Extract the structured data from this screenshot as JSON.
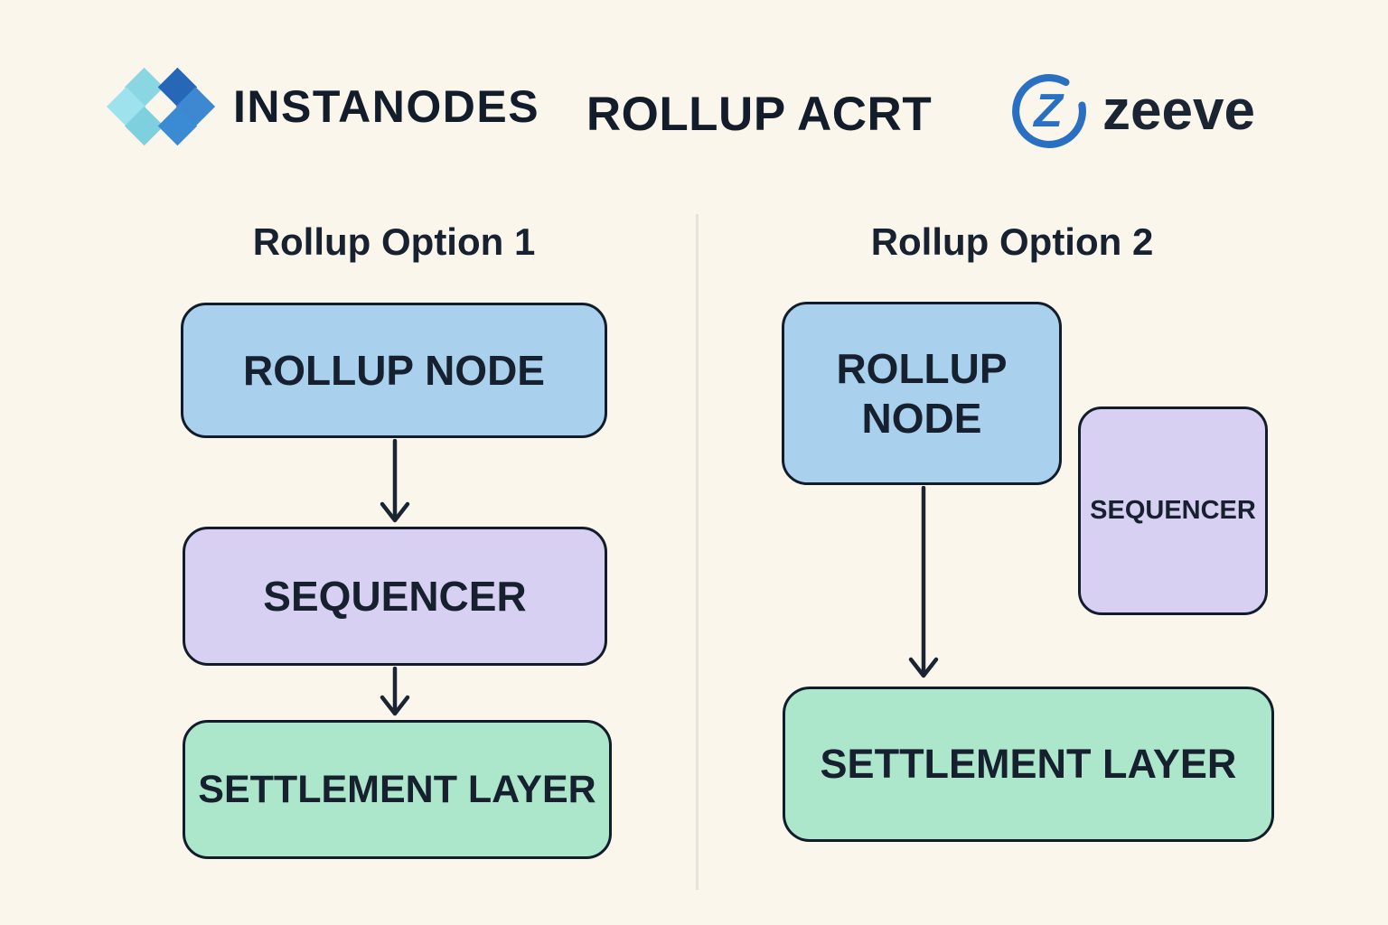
{
  "header": {
    "instanodes_logo_text": "INSTANODES",
    "title": "ROLLUP ACRT",
    "zeeve_logo_text": "zeeve"
  },
  "option1": {
    "heading": "Rollup Option 1",
    "rollup_node_label": "ROLLUP NODE",
    "sequencer_label": "SEQUENCER",
    "settlement_layer_label": "SETTLEMENT LAYER"
  },
  "option2": {
    "heading": "Rollup Option 2",
    "rollup_node_label": "ROLLUP NODE",
    "sequencer_label": "SEQUENCER",
    "settlement_layer_label": "SETTLEMENT LAYER"
  },
  "icons": {
    "instanodes_mark": "instanodes-diamonds-icon",
    "zeeve_mark": "zeeve-circle-z-icon"
  },
  "colors": {
    "background": "#faf6ec",
    "box_blue": "#a9d1ee",
    "box_purple": "#d8d0f2",
    "box_green": "#ace7cb",
    "box_border": "#131c2a",
    "text_dark": "#18212f",
    "arrow": "#1b2433",
    "divider": "#e5e3db",
    "logo_cyan_light": "#9de2ec",
    "logo_cyan": "#84d4e1",
    "logo_blue_dark": "#2767b8",
    "logo_blue": "#3e88d2",
    "zeeve_blue": "#2a70c2"
  }
}
